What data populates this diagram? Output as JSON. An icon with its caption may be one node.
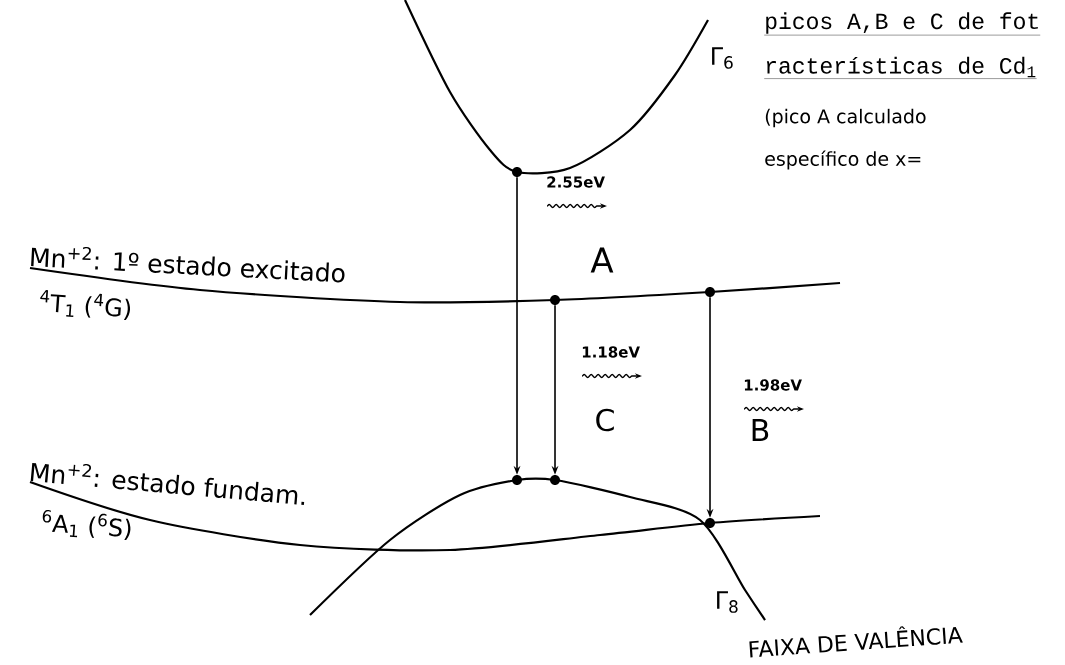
{
  "diagram": {
    "nodes": [
      {
        "text": [],
        "shape": "circle"
      },
      {
        "text": [],
        "shape": "circle"
      },
      {
        "text": [],
        "shape": "circle"
      },
      {
        "text": [],
        "shape": "circle"
      },
      {
        "text": [],
        "shape": "circle"
      },
      {
        "text": [],
        "shape": "circle"
      }
    ],
    "edges": [
      {
        "from": 0,
        "to": 3,
        "arrow": "to",
        "label": "2.55eV"
      },
      {
        "from": 1,
        "to": 4,
        "arrow": "to",
        "label": "1.18eV"
      },
      {
        "from": 2,
        "to": 5,
        "arrow": "to",
        "label": "1.98eV"
      }
    ],
    "labels": [
      "picos A,B e C de fot",
      "racterísticas de Cd$_{1}$",
      "(pico A calculado",
      "específico de x=",
      "Γ$_{6}$",
      "Mn$^{+2}$: 1º estado excitado",
      "A",
      "$^{4}$T$_{1}$ ($^{4}$G)",
      "C",
      "B",
      "Mn$^{+2}$: estado fundam.",
      "$^{6}$A$_{1}$ ($^{6}$S)",
      "Γ$_{8}$",
      "FAIXA DE VALÊNCIA"
    ]
  }
}
